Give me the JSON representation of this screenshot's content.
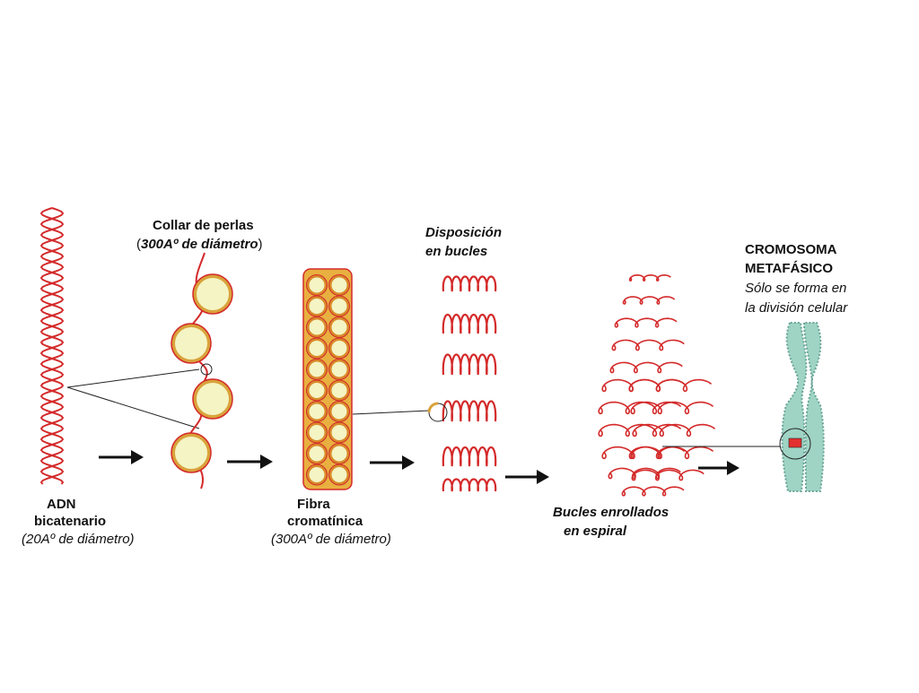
{
  "colors": {
    "dna": "#d42a2a",
    "bead_fill": "#f4f4c4",
    "bead_ring": "#d9a23a",
    "chromosome": "#9fd4c4",
    "chromosome_edge": "#6aa596",
    "arrow": "#111111"
  },
  "stages": {
    "dna": {
      "line1": "ADN",
      "line2": "bicatenario",
      "line3": "(20Aº de diámetro)"
    },
    "beads": {
      "line1": "Collar de perlas",
      "line2_pre": "(",
      "line2_it": "300Aº de diámetro",
      "line2_post": ")"
    },
    "fiber": {
      "line1": "Fibra",
      "line2": "cromatínica",
      "line3": "(300Aº de diámetro)"
    },
    "loops": {
      "line1": "Disposición",
      "line2": "en bucles"
    },
    "coiled": {
      "line1": "Bucles enrollados",
      "line2": "en espiral"
    },
    "chromosome": {
      "line1": "CROMOSOMA",
      "line2": "METAFÁSICO",
      "line3": "Sólo se forma en",
      "line4": "la división celular"
    }
  }
}
